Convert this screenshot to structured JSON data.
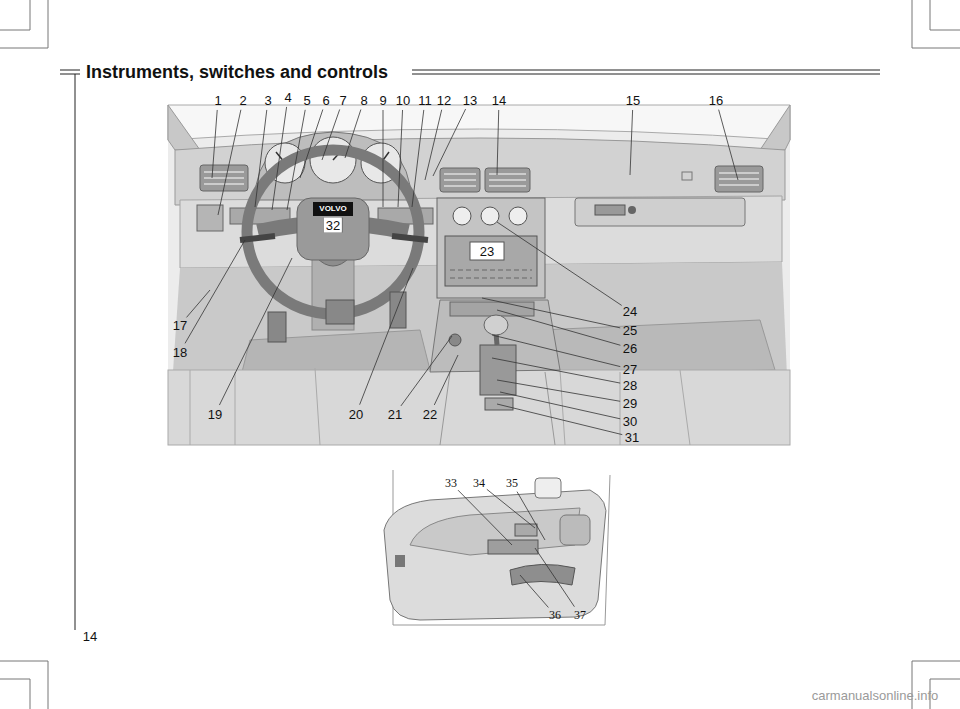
{
  "diagram": {
    "title": "Instruments, switches and controls",
    "labels": [
      "1",
      "2",
      "3",
      "4",
      "5",
      "6",
      "7",
      "8",
      "9",
      "10",
      "11",
      "12",
      "13",
      "14",
      "15",
      "16",
      "17",
      "18",
      "19",
      "20",
      "21",
      "22",
      "23",
      "24",
      "25",
      "26",
      "27",
      "28",
      "29",
      "30",
      "31",
      "32",
      "33",
      "34",
      "35",
      "36",
      "37",
      "VOLVO",
      "14",
      "carmanualsonline.info"
    ]
  }
}
